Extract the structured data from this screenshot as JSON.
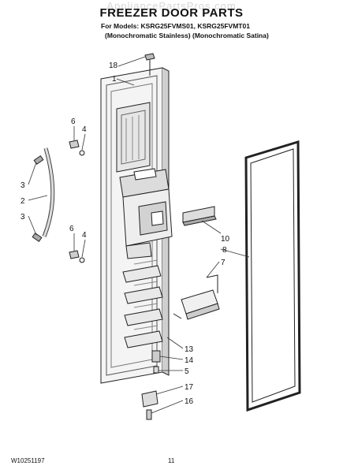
{
  "header": {
    "watermark": "AppliancePartsPros.com",
    "title": "FREEZER DOOR PARTS",
    "models_line": "For Models: KSRG25FVMS01, KSRG25FVMT01",
    "finish_line": "(Monochromatic Stainless)  (Monochromatic Satina)"
  },
  "callouts": {
    "c18": "18",
    "c1": "1",
    "c6a": "6",
    "c4a": "4",
    "c3a": "3",
    "c2": "2",
    "c3b": "3",
    "c6b": "6",
    "c4b": "4",
    "c10": "10",
    "c8": "8",
    "c7": "7",
    "c13": "13",
    "c14": "14",
    "c5": "5",
    "c17": "17",
    "c16": "16"
  },
  "footer": {
    "doc_number": "W10251197",
    "page_number": "11"
  }
}
